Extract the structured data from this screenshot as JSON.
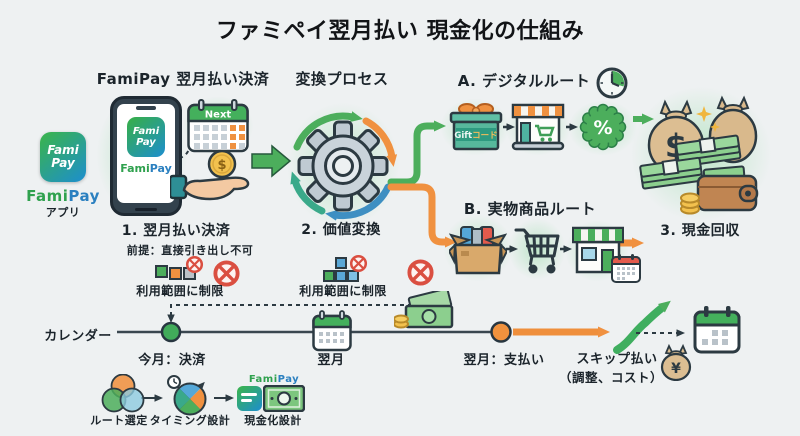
{
  "title": "ファミペイ翌月払い 現金化の仕組み",
  "colors": {
    "background": "#eef1f2",
    "green": "#4cae5c",
    "orange": "#f09140",
    "blue": "#3e8fc2",
    "teal": "#3aa98a",
    "red": "#da4f41",
    "dark": "#1b242b",
    "brand_green": "#2fa14e",
    "brand_blue": "#2b80c0"
  },
  "payment": {
    "header": "FamiPay 翌月払い決済",
    "app_line1": "Fami",
    "app_line2": "Pay",
    "brand_fami": "Fami",
    "brand_pay": "Pay",
    "brand_sub": "アプリ",
    "calendar_badge": "Next",
    "coin_symbol": "$",
    "step": "1. 翌月払い決済",
    "note": "前提：直接引き出し不可",
    "restriction": "利用範囲に制限"
  },
  "conversion": {
    "header": "変換プロセス",
    "step": "2. 価値変換",
    "restriction": "利用範囲に制限"
  },
  "route_a": {
    "header": "A. デジタルルート",
    "gift_en": "Gift",
    "gift_jp": "コード",
    "percent": "%"
  },
  "route_b": {
    "header": "B. 実物商品ルート"
  },
  "cash": {
    "step": "3. 現金回収",
    "bag_symbol": "$"
  },
  "timeline": {
    "axis": "カレンダー",
    "now": "今月：決済",
    "next": "翌月",
    "pay": "翌月：支払い",
    "skip": "スキップ払い",
    "skip_note": "（調整、コスト）",
    "bag_symbol": "¥"
  },
  "legend": {
    "route": "ルート選定",
    "timing": "タイミング設計",
    "cashout": "現金化設計",
    "brand_fami": "Fami",
    "brand_pay": "Pay"
  }
}
